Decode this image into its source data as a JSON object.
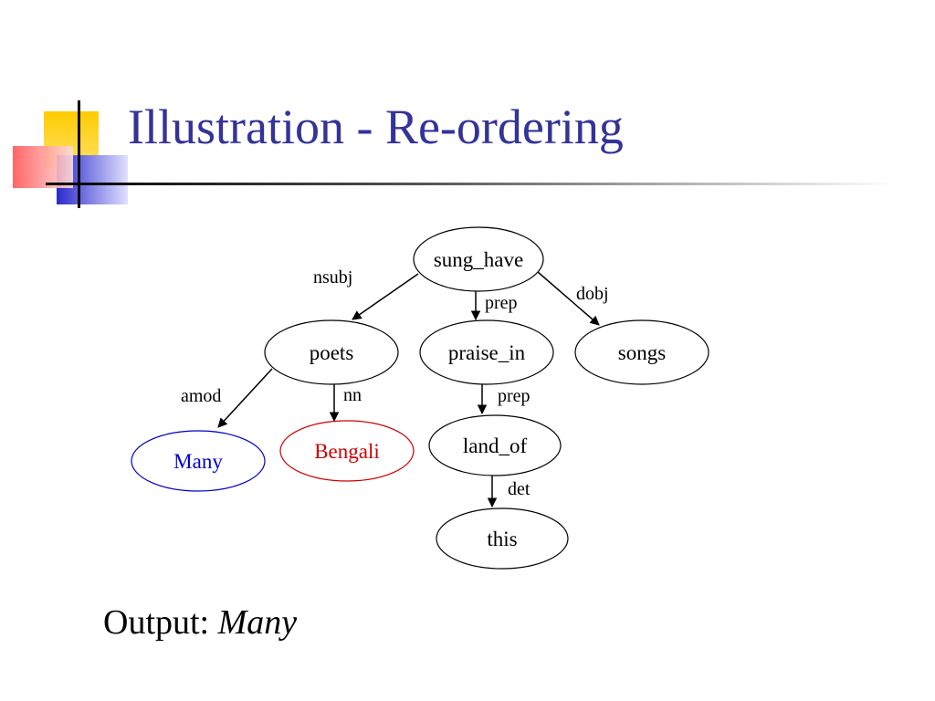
{
  "slide": {
    "title": "Illustration - Re-ordering",
    "output_label": "Output:",
    "output_value": "Many"
  },
  "colors": {
    "title": "#333399",
    "accent_yellow": "#FFCC00",
    "accent_blue": "#3333CC",
    "accent_red": "#FF3333",
    "node_default": "#000000",
    "node_many": "#0000CC",
    "node_bengali": "#CC0000"
  },
  "tree": {
    "nodes": [
      {
        "id": "sung_have",
        "label": "sung_have"
      },
      {
        "id": "poets",
        "label": "poets"
      },
      {
        "id": "praise_in",
        "label": "praise_in"
      },
      {
        "id": "songs",
        "label": "songs"
      },
      {
        "id": "many",
        "label": "Many"
      },
      {
        "id": "bengali",
        "label": "Bengali"
      },
      {
        "id": "land_of",
        "label": "land_of"
      },
      {
        "id": "this",
        "label": "this"
      }
    ],
    "edges": [
      {
        "from": "sung_have",
        "to": "poets",
        "label": "nsubj"
      },
      {
        "from": "sung_have",
        "to": "praise_in",
        "label": "prep"
      },
      {
        "from": "sung_have",
        "to": "songs",
        "label": "dobj"
      },
      {
        "from": "poets",
        "to": "many",
        "label": "amod"
      },
      {
        "from": "poets",
        "to": "bengali",
        "label": "nn"
      },
      {
        "from": "praise_in",
        "to": "land_of",
        "label": "prep"
      },
      {
        "from": "land_of",
        "to": "this",
        "label": "det"
      }
    ]
  }
}
